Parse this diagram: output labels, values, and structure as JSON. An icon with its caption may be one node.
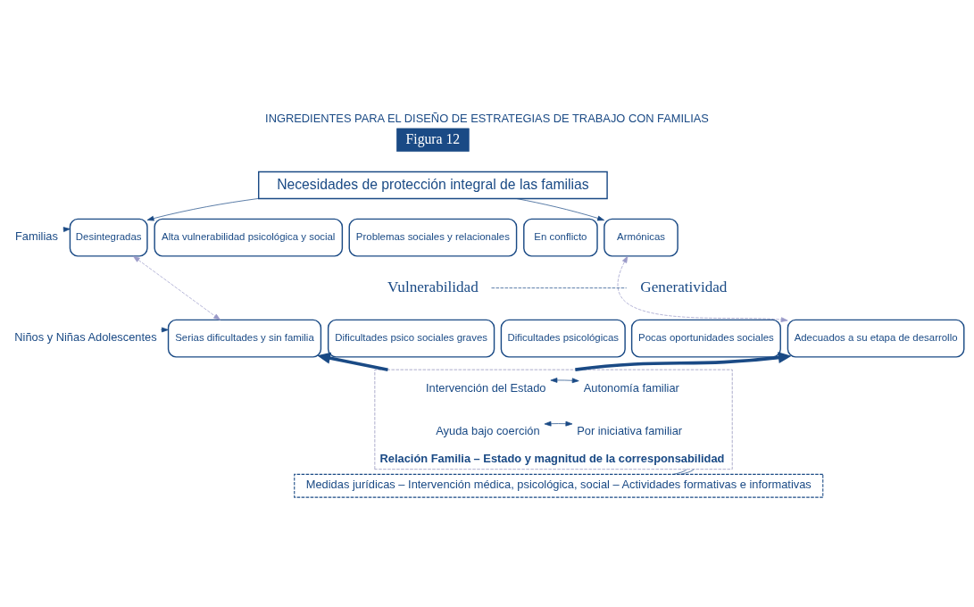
{
  "diagram": {
    "title": "INGREDIENTES PARA EL DISEÑO DE ESTRATEGIAS DE TRABAJO CON FAMILIAS",
    "nodes": [
      {
        "text": [
          "Necesidades de protección integral de las familias"
        ]
      },
      {
        "text": [
          "Familias"
        ]
      },
      {
        "text": [
          "Desintegradas"
        ]
      },
      {
        "text": [
          "Alta vulnerabilidad psicológica y social"
        ]
      },
      {
        "text": [
          "Problemas sociales y relacionales"
        ]
      },
      {
        "text": [
          "En conflicto"
        ]
      },
      {
        "text": [
          "Armónicas"
        ]
      },
      {
        "text": [
          "Vulnerabilidad"
        ]
      },
      {
        "text": [
          "Generatividad"
        ]
      },
      {
        "text": [
          "Niños y Niñas Adolescentes"
        ]
      },
      {
        "text": [
          "Serias dificultades y sin familia"
        ]
      },
      {
        "text": [
          "Dificultades psico sociales graves"
        ]
      },
      {
        "text": [
          "Dificultades psicológicas"
        ]
      },
      {
        "text": [
          "Pocas oportunidades sociales"
        ]
      },
      {
        "text": [
          "Adecuados a su etapa de desarrollo"
        ]
      },
      {
        "text": [
          "Relación Familia – Estado y magnitud de la corresponsabilidad"
        ]
      },
      {
        "text": [
          "Intervención del Estado"
        ],
        "in": 15
      },
      {
        "text": [
          "Autonomía familiar"
        ],
        "in": 15
      },
      {
        "text": [
          "Ayuda bajo coerción"
        ],
        "in": 15
      },
      {
        "text": [
          "Por iniciativa familiar"
        ],
        "in": 15
      },
      {
        "text": [
          "Medidas jurídicas – Intervención médica, psicológica, social – Actividades formativas e informativas"
        ]
      }
    ],
    "edges": [
      {
        "from": 0,
        "to": 2,
        "arrow": "to"
      },
      {
        "from": 0,
        "to": 6,
        "arrow": "to"
      },
      {
        "from": 1,
        "to": 2,
        "arrow": "to"
      },
      {
        "from": 9,
        "to": 10,
        "arrow": "to"
      },
      {
        "from": 2,
        "to": 10,
        "arrow": "both",
        "style": "dashed",
        "color": "#9a9ac8"
      },
      {
        "from": 6,
        "to": 14,
        "arrow": "both",
        "style": "dashed",
        "color": "#9a9ac8"
      },
      {
        "from": 7,
        "to": 8,
        "arrow": "none",
        "style": "dashed"
      },
      {
        "from": 15,
        "to": 10,
        "arrow": "to",
        "style": "thick"
      },
      {
        "from": 15,
        "to": 14,
        "arrow": "to",
        "style": "thick"
      },
      {
        "from": 16,
        "to": 17,
        "arrow": "both"
      },
      {
        "from": 18,
        "to": 19,
        "arrow": "both"
      },
      {
        "from": 20,
        "to": 15,
        "arrow": "none"
      },
      {
        "from": 20,
        "to": 15,
        "arrow": "none"
      }
    ],
    "labels": [
      "Figura 12"
    ]
  }
}
